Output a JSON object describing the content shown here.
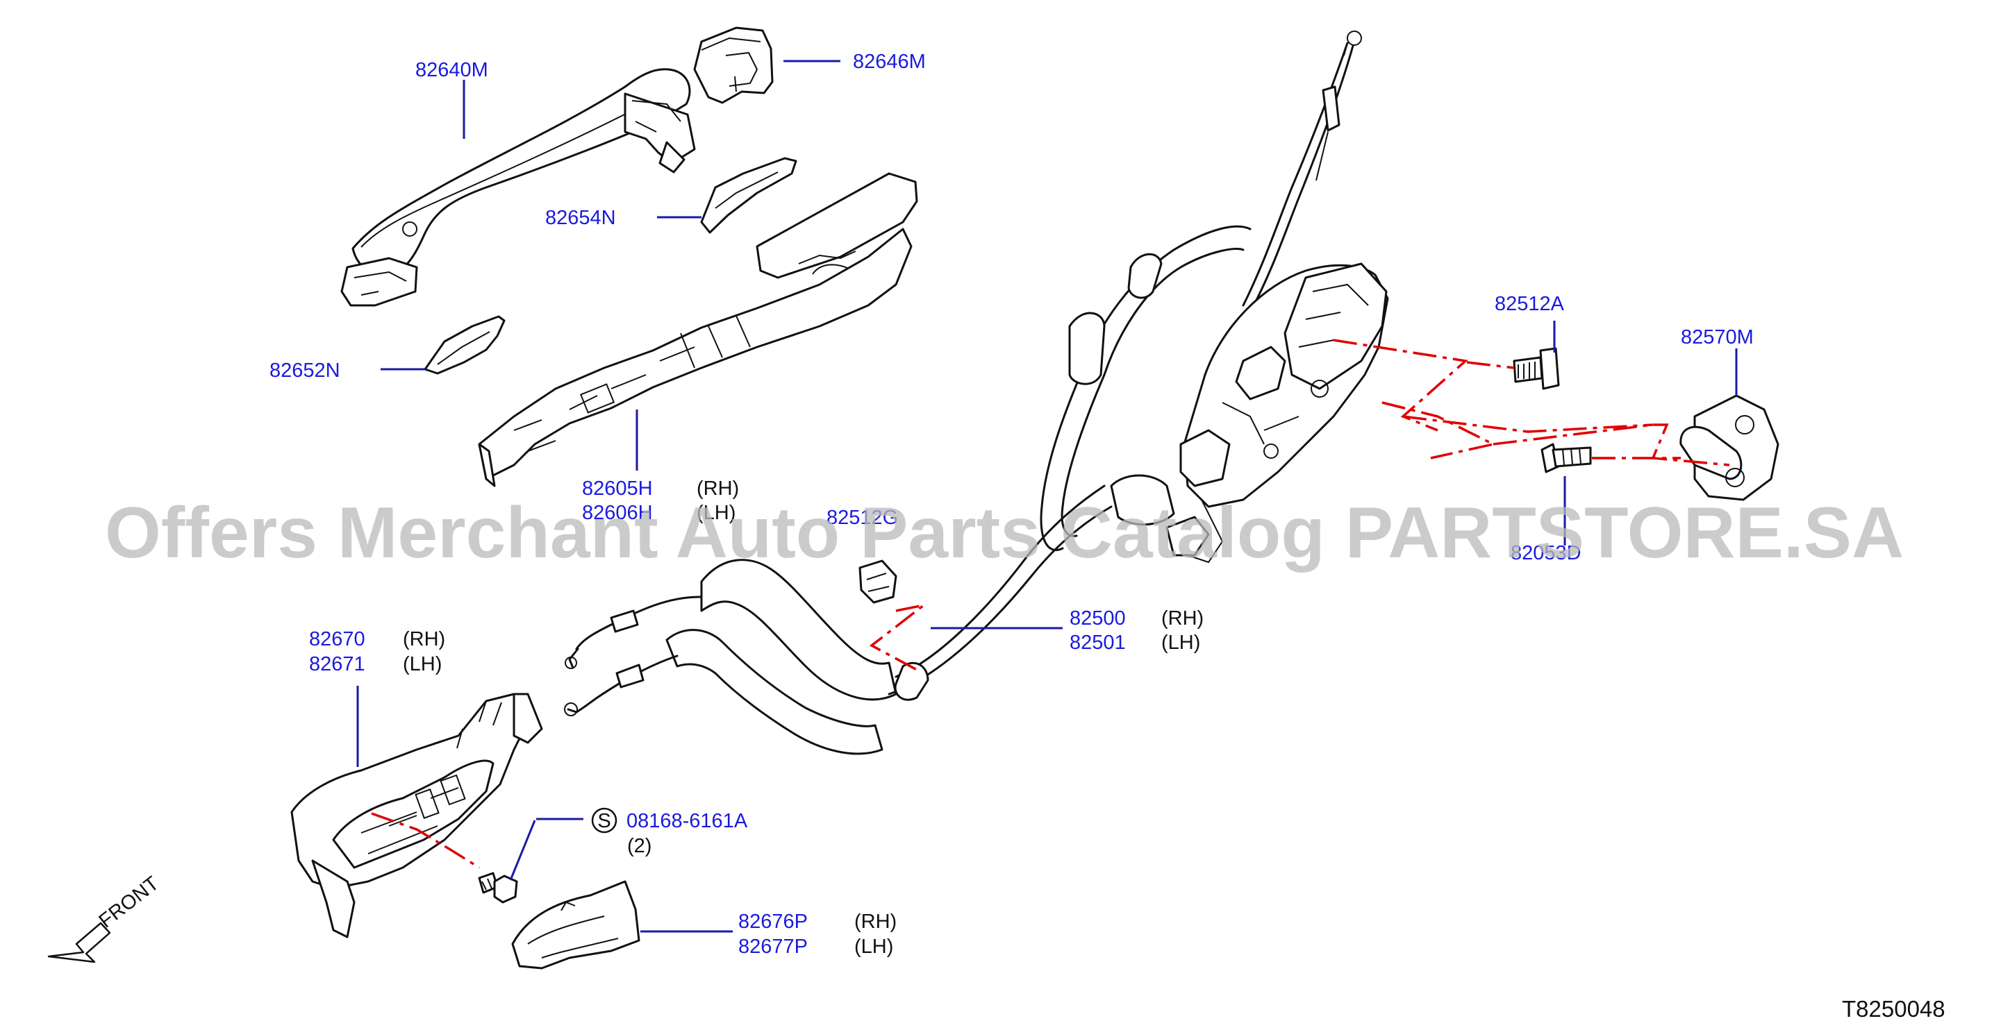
{
  "labels": {
    "p82640M": "82640M",
    "p82646M": "82646M",
    "p82654N": "82654N",
    "p82652N": "82652N",
    "p82605H": "82605H",
    "p82606H": "82606H",
    "p82512G": "82512G",
    "p82500": "82500",
    "p82501": "82501",
    "p82512A": "82512A",
    "p82570M": "82570M",
    "p82053D": "82053D",
    "p82670": "82670",
    "p82671": "82671",
    "p08168": "08168-6161A",
    "qty08168": "(2)",
    "p82676P": "82676P",
    "p82677P": "82677P",
    "s_symbol": "S"
  },
  "sides": {
    "rh": "(RH)",
    "lh": "(LH)"
  },
  "front_marker": "FRONT",
  "diagram_code": "T8250048",
  "watermark": "Offers Merchant Auto Parts Catalog PARTSTORE.SA",
  "colors": {
    "label": "#1a1adf",
    "leader": "#1a1aa8",
    "centerline": "#e00000",
    "watermark": "#b9b9b9"
  }
}
